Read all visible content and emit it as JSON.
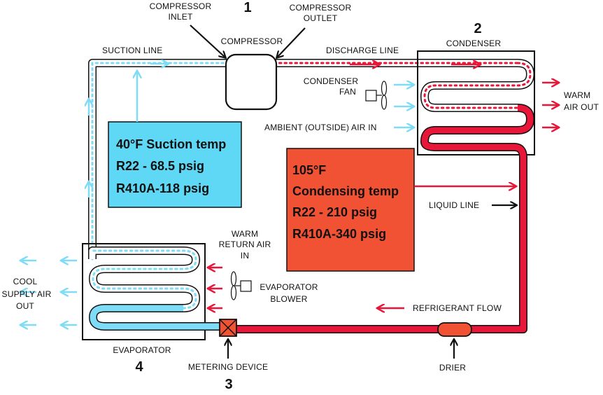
{
  "colors": {
    "hot": "#e8173a",
    "cold": "#7fdcf6",
    "suction_box": "#5fd8f6",
    "condensing_box": "#f25234",
    "outline": "#111111"
  },
  "components": {
    "compressor": {
      "number": "1",
      "label": "COMPRESSOR",
      "inlet": "COMPRESSOR",
      "inlet2": "INLET",
      "outlet": "COMPRESSOR",
      "outlet2": "OUTLET"
    },
    "condenser": {
      "number": "2",
      "label": "CONDENSER"
    },
    "metering": {
      "number": "3",
      "label": "METERING DEVICE"
    },
    "evaporator": {
      "number": "4",
      "label": "EVAPORATOR"
    }
  },
  "labels": {
    "suction_line": "SUCTION LINE",
    "discharge_line": "DISCHARGE LINE",
    "condenser_fan_1": "CONDENSER",
    "condenser_fan_2": "FAN",
    "ambient_air": "AMBIENT (OUTSIDE) AIR IN",
    "warm_air_out_1": "WARM",
    "warm_air_out_2": "AIR OUT",
    "liquid_line": "LIQUID LINE",
    "warm_return_1": "WARM",
    "warm_return_2": "RETURN AIR",
    "warm_return_3": "IN",
    "evap_blower_1": "EVAPORATOR",
    "evap_blower_2": "BLOWER",
    "cool_supply_1": "COOL",
    "cool_supply_2": "SUPPLY AIR",
    "cool_supply_3": "OUT",
    "refrigerant_flow": "REFRIGERANT FLOW",
    "drier": "DRIER"
  },
  "suction_box": {
    "line1": "40°F Suction temp",
    "line2": "R22 - 68.5 psig",
    "line3": "R410A-118 psig"
  },
  "condensing_box": {
    "line1": "105°F",
    "line2": "Condensing temp",
    "line3": "R22 - 210 psig",
    "line4": "R410A-340 psig"
  }
}
